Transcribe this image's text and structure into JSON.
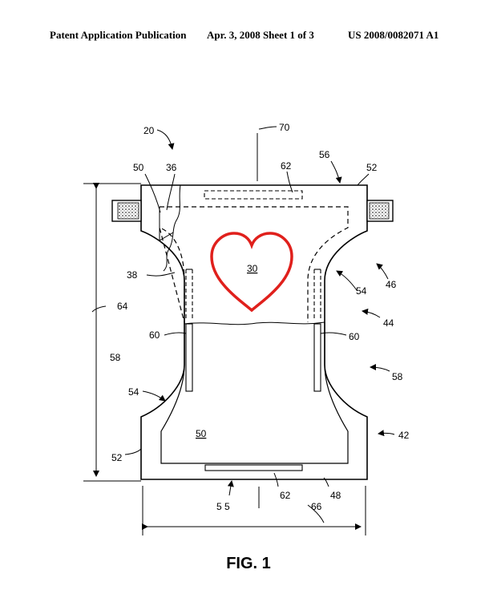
{
  "header": {
    "left": "Patent Application Publication",
    "center": "Apr. 3, 2008   Sheet 1 of 3",
    "right": "US 2008/0082071 A1"
  },
  "figure": {
    "caption": "FIG. 1",
    "reference_numerals": {
      "n20": "20",
      "n70": "70",
      "n56": "56",
      "n50_top": "50",
      "n36": "36",
      "n62_top": "62",
      "n52_top": "52",
      "n30": "30",
      "n38": "38",
      "n54_right": "54",
      "n46": "46",
      "n64": "64",
      "n44": "44",
      "n60_left": "60",
      "n60_right": "60",
      "n58_left": "58",
      "n58_right": "58",
      "n54_left": "54",
      "n42": "42",
      "n50_center": "50",
      "n52_left": "52",
      "n62_bottom": "62",
      "n48": "48",
      "n55": "5 5",
      "n66": "66"
    },
    "heart_color": "#e0201c"
  }
}
